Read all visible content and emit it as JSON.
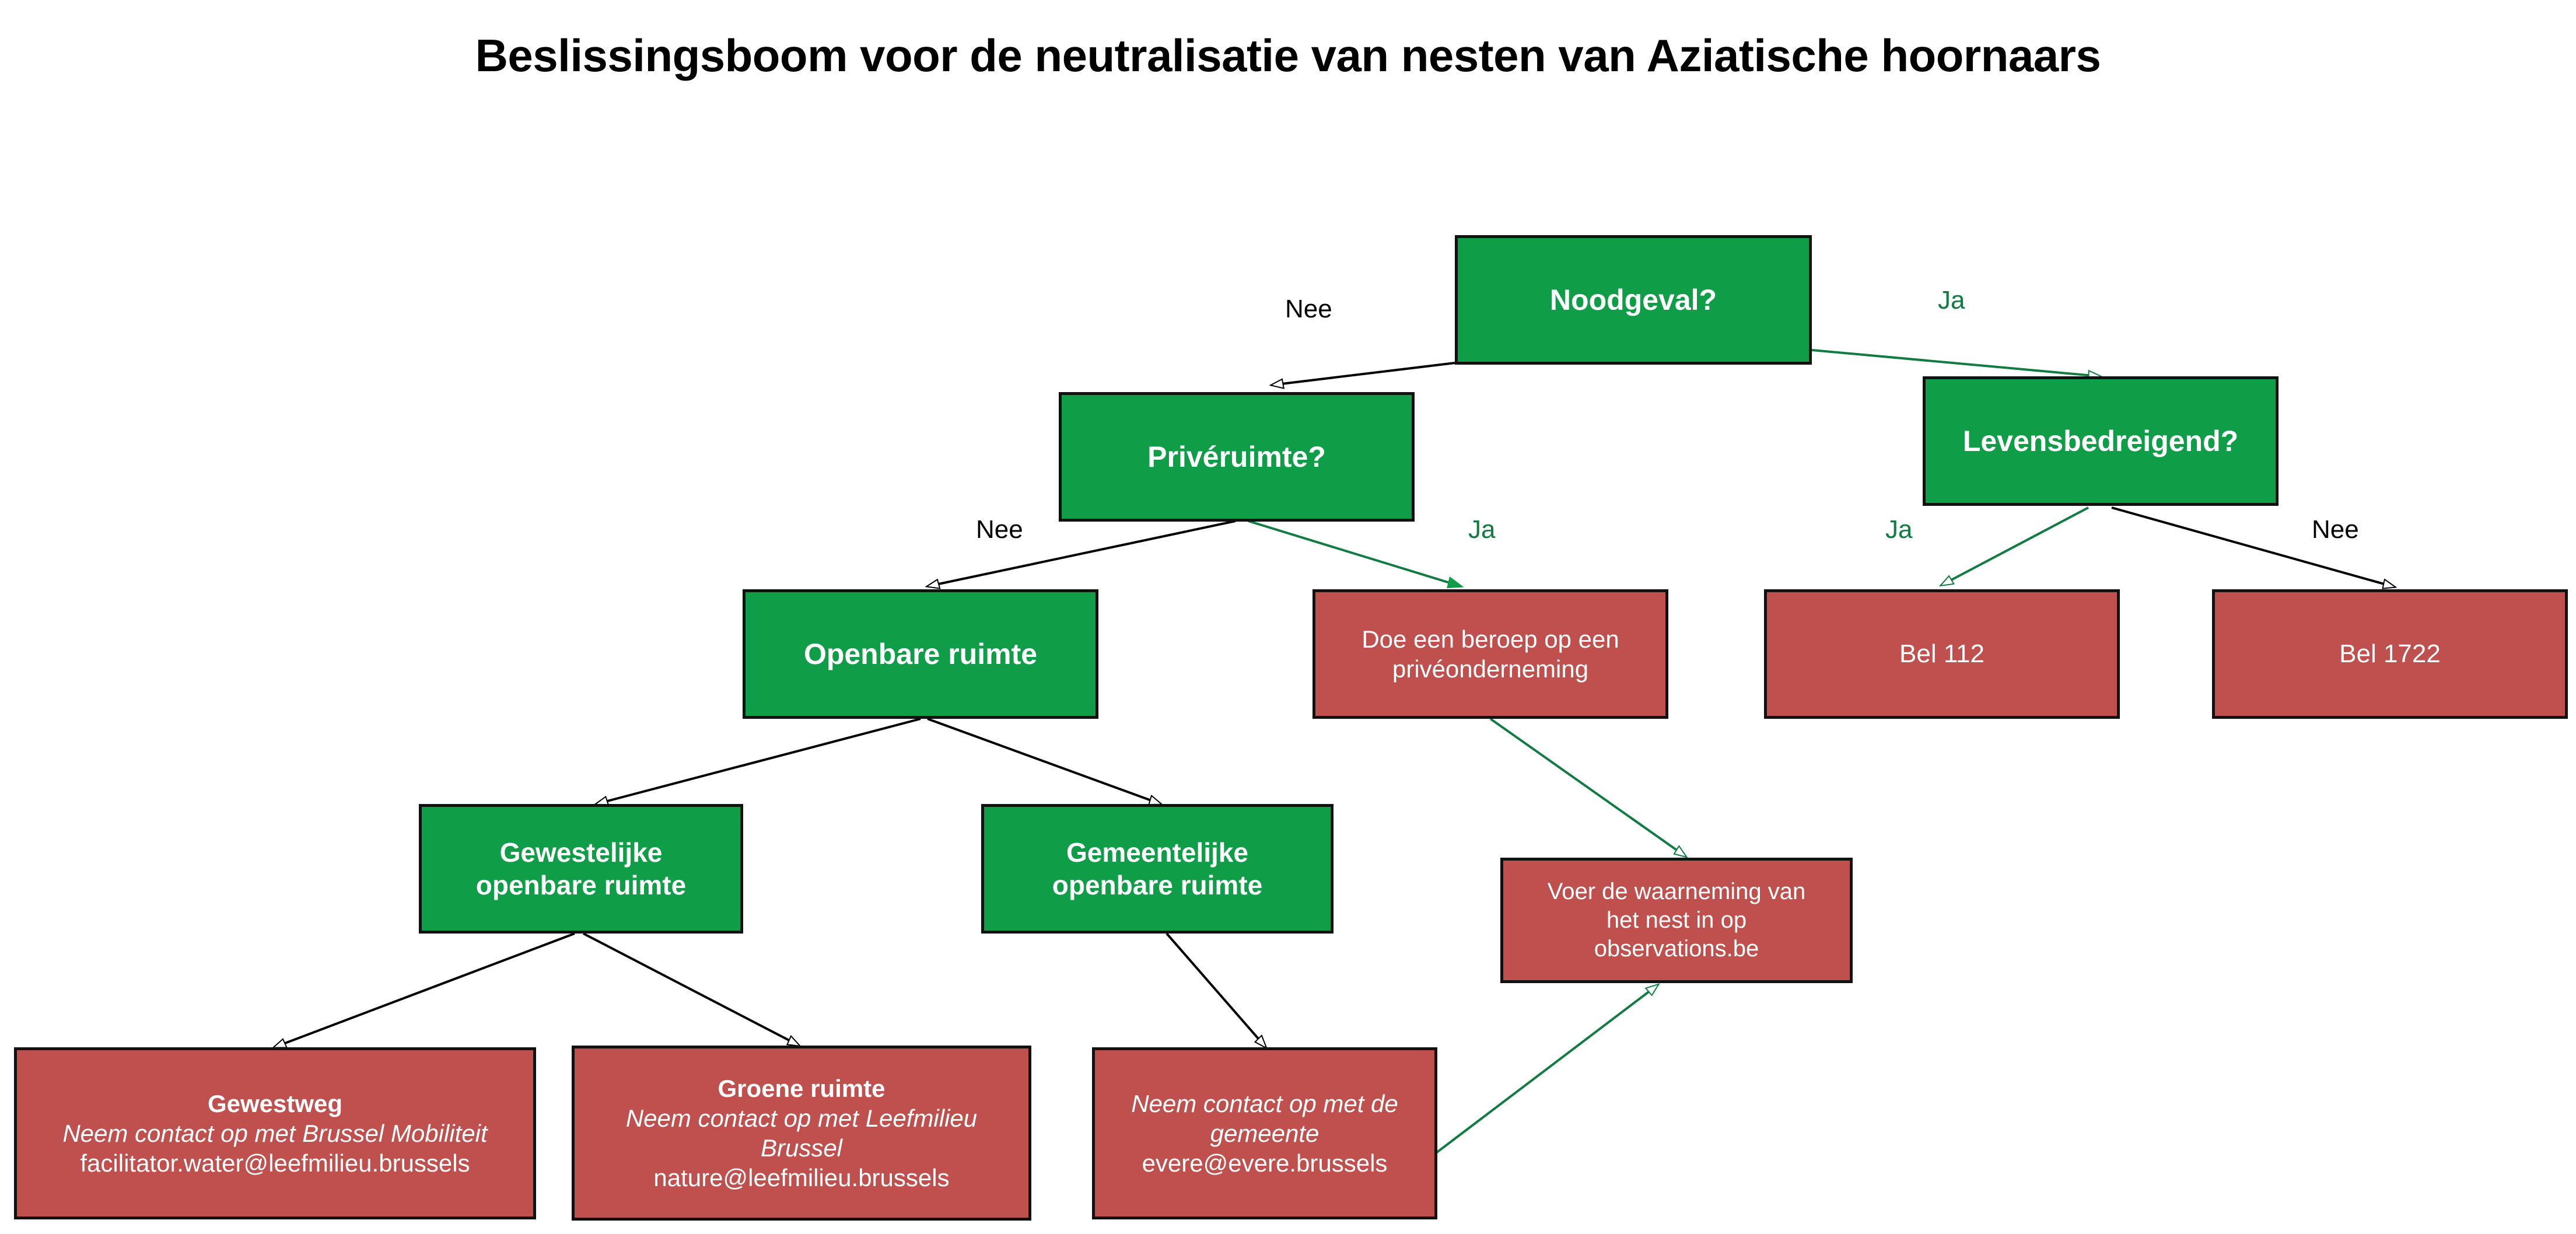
{
  "page": {
    "title": "Beslissingsboom voor de neutralisatie van nesten van Aziatische hoornaars",
    "background": "#ffffff"
  },
  "colors": {
    "green_node": "#0f9e47",
    "red_node": "#c0504d",
    "node_border": "#111111",
    "node_text": "#ffffff",
    "edge_no": "#000000",
    "edge_yes": "#107c41",
    "label_no": "#000000",
    "label_yes": "#107c41",
    "title_text": "#000000"
  },
  "nodes": [
    {
      "id": "noodgeval",
      "type": "decision",
      "color": "green",
      "lines": [
        {
          "text": "Noodgeval?",
          "style": "bold"
        }
      ]
    },
    {
      "id": "priveruimte",
      "type": "decision",
      "color": "green",
      "lines": [
        {
          "text": "Privéruimte?",
          "style": "bold"
        }
      ]
    },
    {
      "id": "levensbedreigend",
      "type": "decision",
      "color": "green",
      "lines": [
        {
          "text": "Levensbedreigend?",
          "style": "bold"
        }
      ]
    },
    {
      "id": "openbare-ruimte",
      "type": "decision",
      "color": "green",
      "lines": [
        {
          "text": "Openbare ruimte",
          "style": "bold"
        }
      ]
    },
    {
      "id": "prive-onderneming",
      "type": "action",
      "color": "red",
      "lines": [
        {
          "text": "Doe een beroep op een",
          "style": "plain"
        },
        {
          "text": "privéonderneming",
          "style": "plain"
        }
      ]
    },
    {
      "id": "bel-112",
      "type": "action",
      "color": "red",
      "lines": [
        {
          "text": "Bel 112",
          "style": "plain"
        }
      ]
    },
    {
      "id": "bel-1722",
      "type": "action",
      "color": "red",
      "lines": [
        {
          "text": "Bel 1722",
          "style": "plain"
        }
      ]
    },
    {
      "id": "gewestelijke",
      "type": "decision",
      "color": "green",
      "lines": [
        {
          "text": "Gewestelijke",
          "style": "bold"
        },
        {
          "text": "openbare ruimte",
          "style": "bold"
        }
      ]
    },
    {
      "id": "gemeentelijke",
      "type": "decision",
      "color": "green",
      "lines": [
        {
          "text": "Gemeentelijke",
          "style": "bold"
        },
        {
          "text": "openbare ruimte",
          "style": "bold"
        }
      ]
    },
    {
      "id": "observations",
      "type": "action",
      "color": "red",
      "lines": [
        {
          "text": "Voer de waarneming van",
          "style": "plain"
        },
        {
          "text": "het nest in op",
          "style": "plain"
        },
        {
          "text": "observations.be",
          "style": "plain"
        }
      ]
    },
    {
      "id": "gewestweg",
      "type": "action",
      "color": "red",
      "lines": [
        {
          "text": "Gewestweg",
          "style": "bold"
        },
        {
          "text": "Neem contact op met Brussel Mobiliteit",
          "style": "ital"
        },
        {
          "text": "facilitator.water@leefmilieu.brussels",
          "style": "plain"
        }
      ]
    },
    {
      "id": "groene-ruimte",
      "type": "action",
      "color": "red",
      "lines": [
        {
          "text": "Groene ruimte",
          "style": "bold"
        },
        {
          "text": "Neem contact op met Leefmilieu",
          "style": "ital"
        },
        {
          "text": "Brussel",
          "style": "ital"
        },
        {
          "text": "nature@leefmilieu.brussels",
          "style": "plain"
        }
      ]
    },
    {
      "id": "gemeente-contact",
      "type": "action",
      "color": "red",
      "lines": [
        {
          "text": "Neem contact op met de",
          "style": "ital"
        },
        {
          "text": "gemeente",
          "style": "ital"
        },
        {
          "text": "evere@evere.brussels",
          "style": "plain"
        }
      ]
    }
  ],
  "edge_labels": [
    {
      "id": "noodgeval-nee",
      "text": "Nee",
      "kind": "no"
    },
    {
      "id": "noodgeval-ja",
      "text": "Ja",
      "kind": "yes"
    },
    {
      "id": "priveruimte-nee",
      "text": "Nee",
      "kind": "no"
    },
    {
      "id": "priveruimte-ja",
      "text": "Ja",
      "kind": "yes"
    },
    {
      "id": "levensbedreigend-ja",
      "text": "Ja",
      "kind": "yes"
    },
    {
      "id": "levensbedreigend-nee",
      "text": "Nee",
      "kind": "no"
    }
  ],
  "edges": [
    {
      "from": "noodgeval",
      "to": "priveruimte",
      "kind": "no"
    },
    {
      "from": "noodgeval",
      "to": "levensbedreigend",
      "kind": "yes"
    },
    {
      "from": "priveruimte",
      "to": "openbare-ruimte",
      "kind": "no"
    },
    {
      "from": "priveruimte",
      "to": "prive-onderneming",
      "kind": "yes"
    },
    {
      "from": "levensbedreigend",
      "to": "bel-112",
      "kind": "yes"
    },
    {
      "from": "levensbedreigend",
      "to": "bel-1722",
      "kind": "no"
    },
    {
      "from": "openbare-ruimte",
      "to": "gewestelijke",
      "kind": "no"
    },
    {
      "from": "openbare-ruimte",
      "to": "gemeentelijke",
      "kind": "no"
    },
    {
      "from": "gewestelijke",
      "to": "gewestweg",
      "kind": "no"
    },
    {
      "from": "gewestelijke",
      "to": "groene-ruimte",
      "kind": "no"
    },
    {
      "from": "gemeentelijke",
      "to": "gemeente-contact",
      "kind": "no"
    },
    {
      "from": "prive-onderneming",
      "to": "observations",
      "kind": "yes"
    },
    {
      "from": "gemeente-contact",
      "to": "observations",
      "kind": "yes"
    }
  ]
}
